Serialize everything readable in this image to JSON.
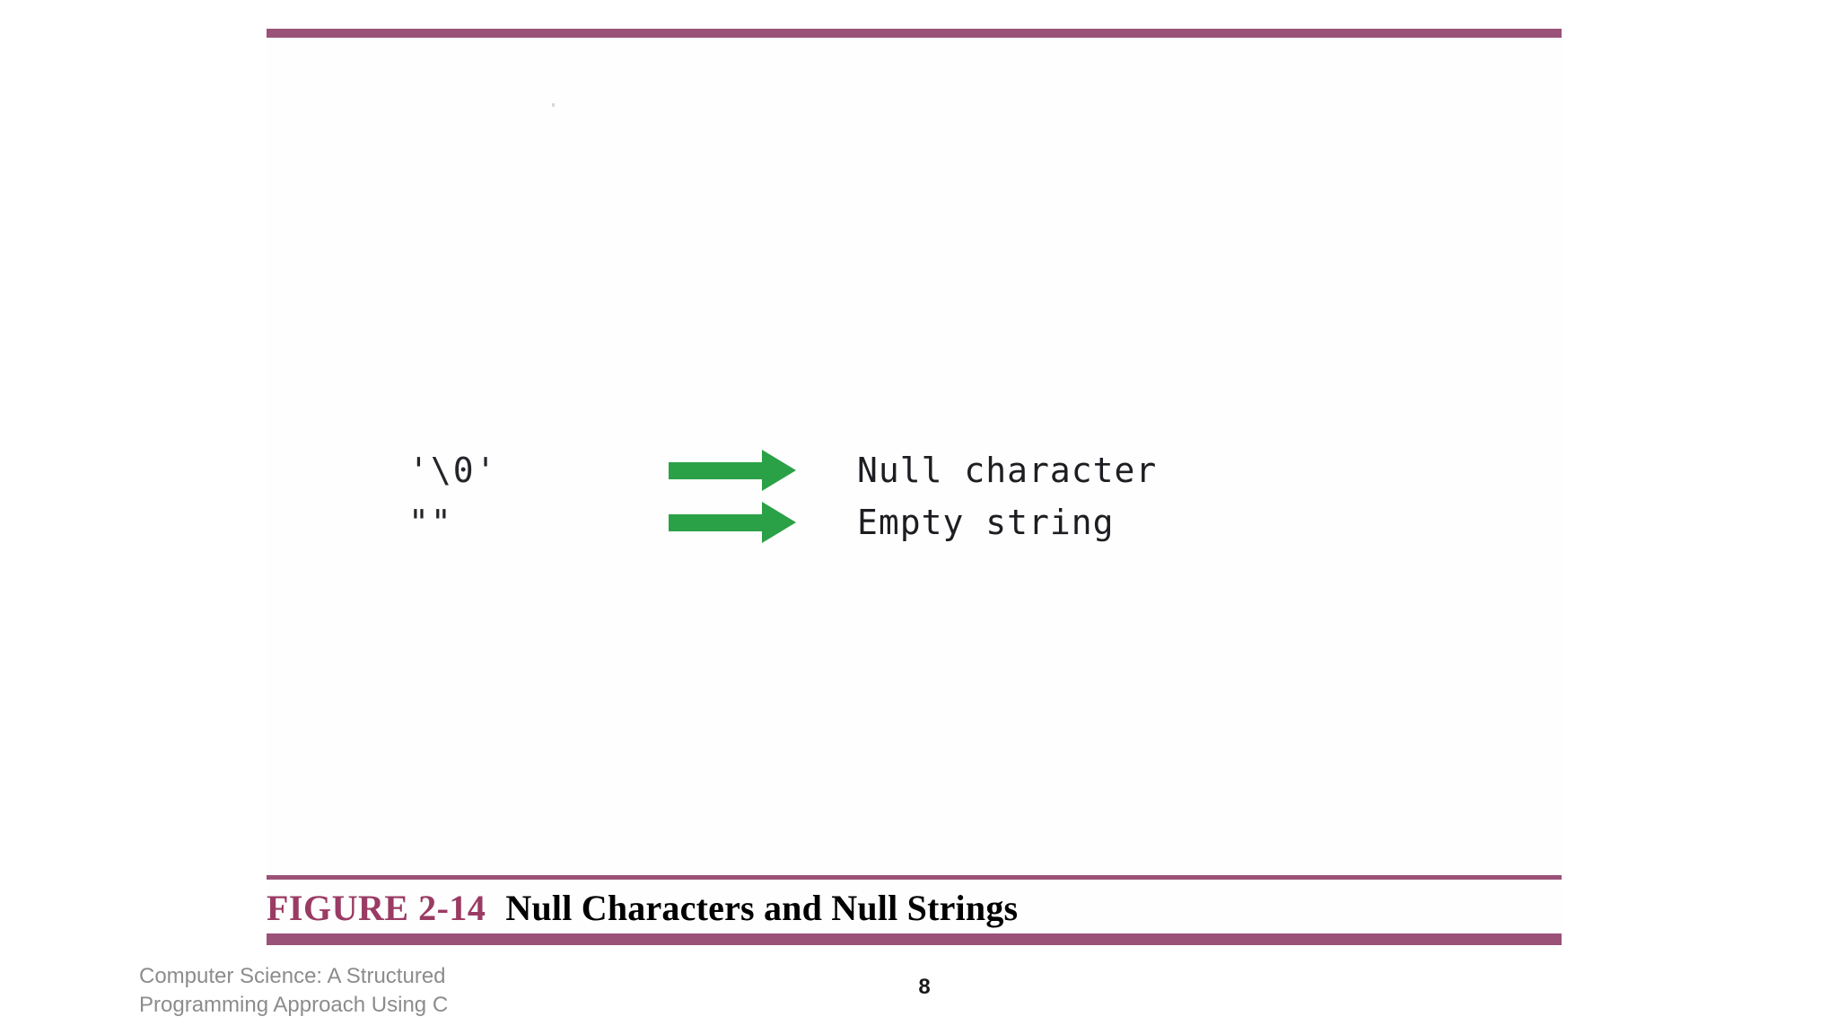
{
  "slide": {
    "page_number": "8",
    "accent_color": "#9a5278",
    "caption_number_color": "#9a3b63",
    "arrow_color": "#2aa147"
  },
  "figure": {
    "rows": [
      {
        "literal": "'\\0'",
        "arrow_icon": "right-arrow-icon",
        "label": "Null character"
      },
      {
        "literal": "\"\"",
        "arrow_icon": "right-arrow-icon",
        "label": "Empty string"
      }
    ]
  },
  "caption": {
    "number": "FIGURE 2-14",
    "title": "Null Characters and Null Strings"
  },
  "footer": {
    "credit_line_1": "Computer Science: A Structured",
    "credit_line_2": "Programming Approach Using C"
  }
}
